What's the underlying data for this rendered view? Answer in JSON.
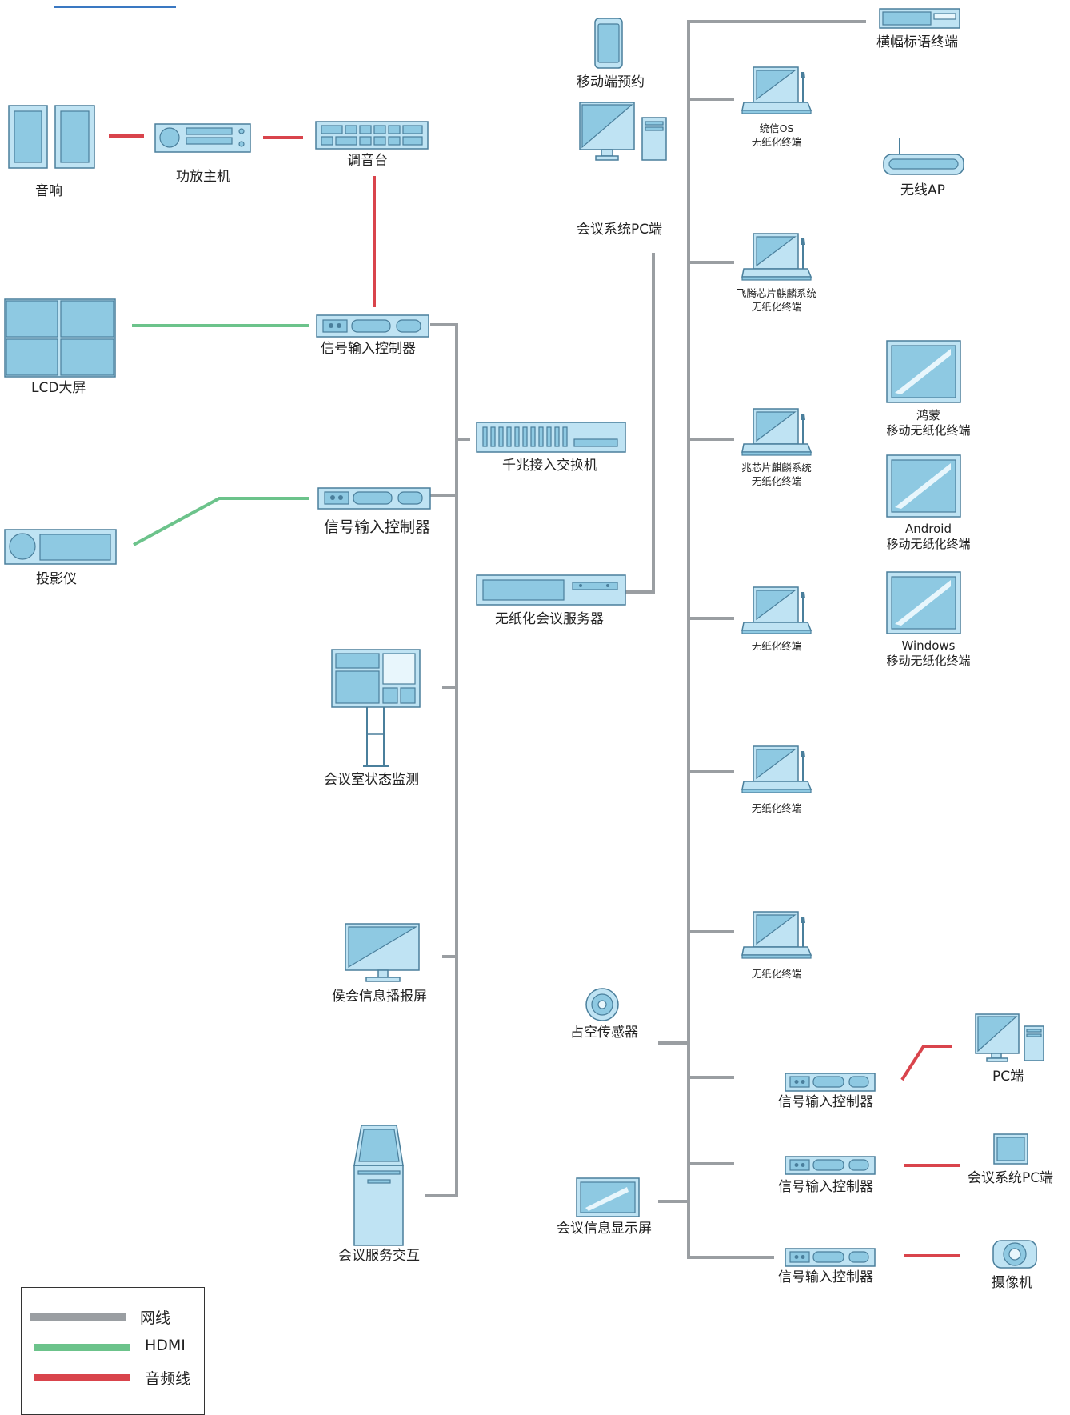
{
  "colors": {
    "network": "#9a9ea2",
    "hdmi": "#6cc38b",
    "audio": "#d9444c",
    "device_fill": "#bfe3f3",
    "device_dark": "#8ec9e2",
    "device_stroke": "#4a7f9c"
  },
  "devices": {
    "speaker": "音响",
    "amplifier": "功放主机",
    "mixer": "调音台",
    "lcd": "LCD大屏",
    "projector": "投影仪",
    "controller_1": "信号输入控制器",
    "controller_2": "信号输入控制器",
    "switch": "千兆接入交换机",
    "server": "无纸化会议服务器",
    "room_monitor": "会议室状态监测",
    "waiting_screen": "侯会信息播报屏",
    "service_kiosk": "会议服务交互",
    "mobile_booking": "移动端预约",
    "pc_client": "会议系统PC端",
    "occupancy_sensor": "占空传感器",
    "info_display": "会议信息显示屏",
    "banner_terminal": "横幅标语终端",
    "wireless_ap": "无线AP",
    "term_tongxin": [
      "统信OS",
      "无纸化终端"
    ],
    "term_feiteng": [
      "飞腾芯片麒麟系统",
      "无纸化终端"
    ],
    "term_zhaoxin": [
      "兆芯片麒麟系统",
      "无纸化终端"
    ],
    "term_plain_1": "无纸化终端",
    "term_plain_2": "无纸化终端",
    "term_plain_3": "无纸化终端",
    "tab_hongmeng": [
      "鸿蒙",
      "移动无纸化终端"
    ],
    "tab_android": [
      "Android",
      "移动无纸化终端"
    ],
    "tab_windows": [
      "Windows",
      "移动无纸化终端"
    ],
    "controller_r1": "信号输入控制器",
    "controller_r2": "信号输入控制器",
    "controller_r3": "信号输入控制器",
    "pc_end": "PC端",
    "pc_client_2": "会议系统PC端",
    "camera": "摄像机"
  },
  "legend": {
    "items": [
      {
        "label": "网线",
        "color_key": "network"
      },
      {
        "label": "HDMI",
        "color_key": "hdmi"
      },
      {
        "label": "音频线",
        "color_key": "audio"
      }
    ]
  }
}
